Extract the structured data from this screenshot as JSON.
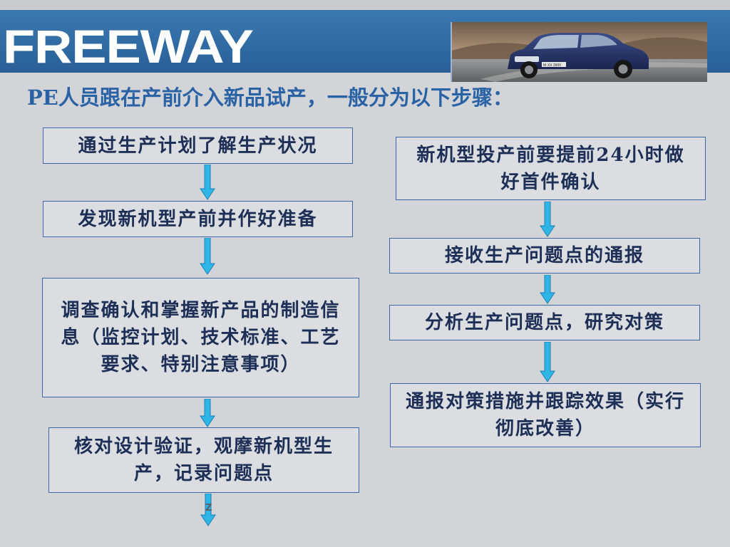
{
  "header": {
    "logo_text": "FREEWAY",
    "car_plate": "M·XX 3900"
  },
  "headline": "PE人员跟在产前介入新品试产，一般分为以下步骤：",
  "left_steps": [
    "通过生产计划了解生产状况",
    "发现新机型产前并作好准备",
    "调查确认和掌握新产品的制造信息（监控计划、技术标准、工艺要求、特别注意事项）",
    "核对设计验证，观摩新机型生产，记录问题点"
  ],
  "right_steps": [
    "新机型投产前要提前24小时做好首件确认",
    "接收生产问题点的通报",
    "分析生产问题点，研究对策",
    "通报对策措施并跟踪效果（实行彻底改善）"
  ],
  "arrow_label": "Z",
  "colors": {
    "header_blue": "#2f6aa3",
    "headline_blue": "#2a62a6",
    "box_border": "#3a67a8",
    "arrow_fill": "#2fb6e6",
    "arrow_stroke": "#1b7fb6",
    "background": "#d3d4d7"
  }
}
